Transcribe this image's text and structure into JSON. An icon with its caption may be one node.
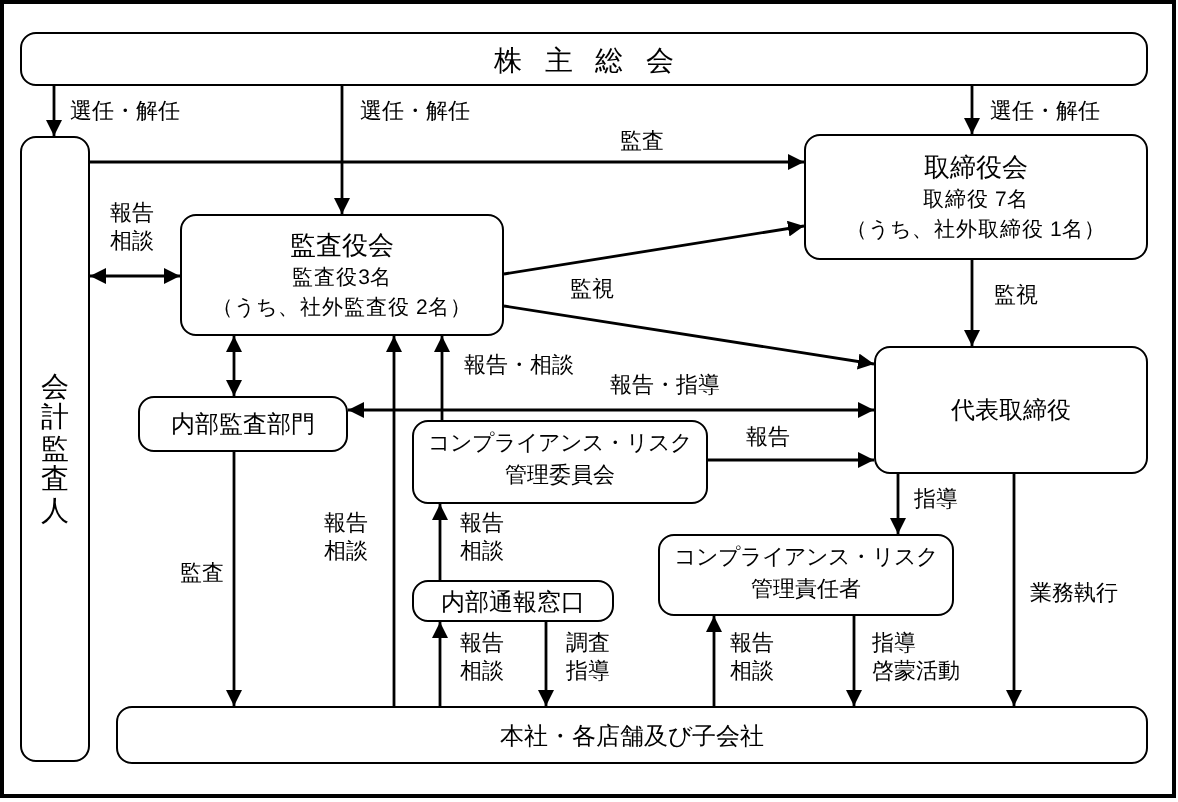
{
  "diagram": {
    "nodes": [
      {
        "text": [
          "株主総会"
        ]
      },
      {
        "text": [
          "会計監査人"
        ]
      },
      {
        "text": [
          "監査役会",
          "監査役3名",
          "（うち、社外監査役 2名）"
        ]
      },
      {
        "text": [
          "取締役会",
          "取締役 7名",
          "（うち、社外取締役 1名）"
        ]
      },
      {
        "text": [
          "代表取締役"
        ]
      },
      {
        "text": [
          "内部監査部門"
        ]
      },
      {
        "text": [
          "コンプライアンス・リスク管理委員会"
        ]
      },
      {
        "text": [
          "内部通報窓口"
        ]
      },
      {
        "text": [
          "コンプライアンス・リスク管理責任者"
        ]
      },
      {
        "text": [
          "本社・各店舗及び子会社"
        ]
      }
    ],
    "edges": [
      {
        "from": 0,
        "to": 1,
        "arrow": "to",
        "label": "選任・解任"
      },
      {
        "from": 0,
        "to": 2,
        "arrow": "to",
        "label": "選任・解任"
      },
      {
        "from": 0,
        "to": 3,
        "arrow": "to",
        "label": "選任・解任"
      },
      {
        "from": 1,
        "to": 3,
        "arrow": "to",
        "label": "監査"
      },
      {
        "from": 1,
        "to": 2,
        "arrow": "both",
        "label": "報告相談"
      },
      {
        "from": 2,
        "to": 3,
        "arrow": "to"
      },
      {
        "from": 2,
        "to": 4,
        "arrow": "to",
        "label": "監視"
      },
      {
        "from": 3,
        "to": 4,
        "arrow": "to",
        "label": "監視"
      },
      {
        "from": 2,
        "to": 5,
        "arrow": "both"
      },
      {
        "from": 5,
        "to": 4,
        "arrow": "both",
        "label": "報告・指導"
      },
      {
        "from": 6,
        "to": 2,
        "arrow": "to",
        "label": "報告・相談"
      },
      {
        "from": 9,
        "to": 2,
        "arrow": "to",
        "label": "報告相談"
      },
      {
        "from": 6,
        "to": 4,
        "arrow": "to",
        "label": "報告"
      },
      {
        "from": 7,
        "to": 6,
        "arrow": "to",
        "label": "報告相談"
      },
      {
        "from": 9,
        "to": 7,
        "arrow": "to",
        "label": "報告相談"
      },
      {
        "from": 7,
        "to": 9,
        "arrow": "to",
        "label": "調査指導"
      },
      {
        "from": 5,
        "to": 9,
        "arrow": "to",
        "label": "監査"
      },
      {
        "from": 4,
        "to": 8,
        "arrow": "to",
        "label": "指導"
      },
      {
        "from": 4,
        "to": 9,
        "arrow": "to",
        "label": "業務執行"
      },
      {
        "from": 9,
        "to": 8,
        "arrow": "to",
        "label": "報告相談"
      },
      {
        "from": 8,
        "to": 9,
        "arrow": "to",
        "label": "指導啓蒙活動"
      }
    ]
  }
}
